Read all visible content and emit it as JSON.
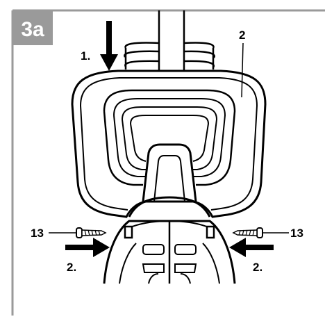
{
  "figure": {
    "step_label": "3a",
    "callout_1": "1.",
    "callout_2_left": "2.",
    "callout_2_right": "2.",
    "part_2": "2",
    "part_13_left": "13",
    "part_13_right": "13"
  },
  "colors": {
    "frame_gray": "#9a9a9a",
    "badge_gray": "#9a9a9a",
    "line": "#000000",
    "background": "#ffffff"
  }
}
